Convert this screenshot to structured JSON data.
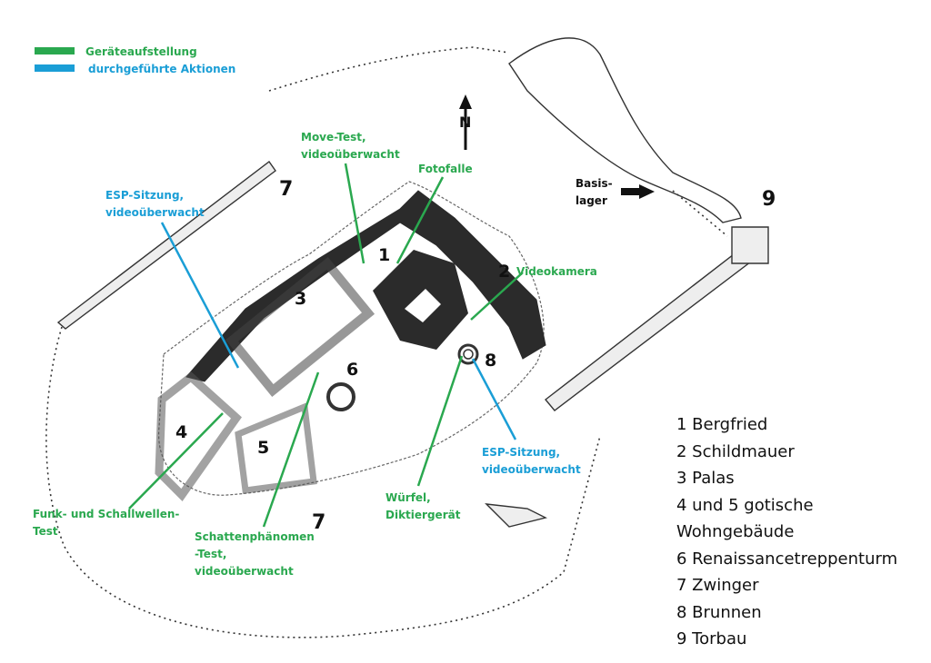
{
  "legend": {
    "items": [
      {
        "label": "Geräteaufstellung",
        "color": "#2aa84f"
      },
      {
        "label": "durchgeführte Aktionen",
        "color": "#1a9ed6"
      }
    ]
  },
  "colors": {
    "equipment": "#2aa84f",
    "actions": "#1a9ed6",
    "wall": "#2b2b2b",
    "outline": "#333333"
  },
  "annotations": {
    "move_test": "Move-Test,\nvideoüberwacht",
    "fotofalle": "Fotofalle",
    "esp_sitzung_1": "ESP-Sitzung,\nvideoüberwacht",
    "videokamera": "Videokamera",
    "basislager": "Basis-\nlager",
    "esp_sitzung_2": "ESP-Sitzung,\nvideoüberwacht",
    "wuerfel": "Würfel,\nDiktiergerät",
    "funk": "Funk- und Schallwellen-\nTest",
    "schatten": "Schattenphänomen\n-Test,\nvideoüberwacht"
  },
  "map_numbers": {
    "n1": "1",
    "n2": "2",
    "n3": "3",
    "n4": "4",
    "n5": "5",
    "n6": "6",
    "n7a": "7",
    "n7b": "7",
    "n8": "8",
    "n9": "9"
  },
  "north_arrow": {
    "letter": "N"
  },
  "key": [
    "1 Bergfried",
    "2 Schildmauer",
    "3 Palas",
    "4 und 5 gotische",
    "Wohngebäude",
    "6 Renaissancetreppenturm",
    "7 Zwinger",
    "8 Brunnen",
    "9 Torbau"
  ]
}
